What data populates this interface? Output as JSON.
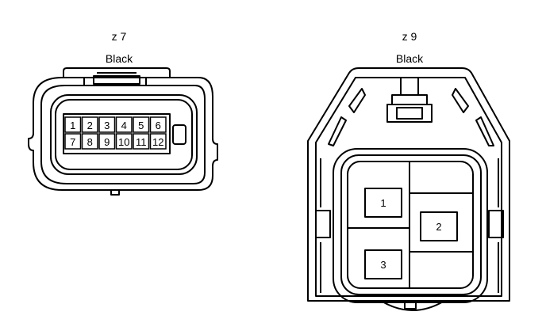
{
  "connectors": [
    {
      "id": "z 7",
      "color": "Black",
      "pins": [
        [
          "1",
          "2",
          "3",
          "4",
          "5",
          "6"
        ],
        [
          "7",
          "8",
          "9",
          "10",
          "11",
          "12"
        ]
      ]
    },
    {
      "id": "z 9",
      "color": "Black",
      "pins": [
        "1",
        "2",
        "3"
      ]
    }
  ]
}
